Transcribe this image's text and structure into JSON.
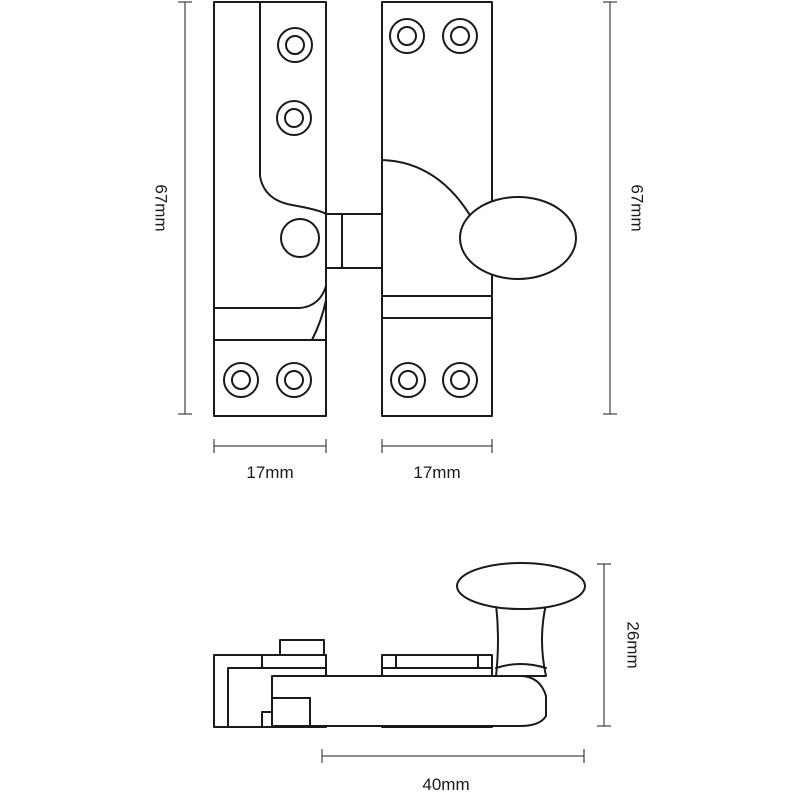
{
  "drawing": {
    "title": "Sash fastener dimension drawing",
    "views": [
      "front",
      "side"
    ]
  },
  "dimensions": {
    "left_height": "67mm",
    "right_height": "67mm",
    "left_plate_width": "17mm",
    "right_plate_width": "17mm",
    "side_height": "26mm",
    "side_length": "40mm"
  },
  "colors": {
    "line": "#1a1a1a",
    "background": "#ffffff"
  }
}
